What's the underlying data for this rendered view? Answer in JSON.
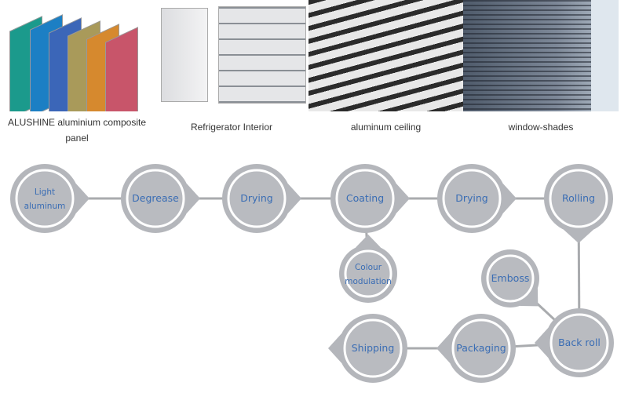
{
  "photos": [
    {
      "caption_line1": "ALUSHINE aluminium composite",
      "caption_line2": "panel"
    },
    {
      "caption_line1": "Refrigerator Interior"
    },
    {
      "caption_line1": "aluminum ceiling"
    },
    {
      "caption_line1": "window-shades"
    }
  ],
  "process": {
    "nodes": [
      {
        "id": "light",
        "lines": [
          "Light",
          "aluminum"
        ]
      },
      {
        "id": "degrease",
        "lines": [
          "Degrease"
        ]
      },
      {
        "id": "drying1",
        "lines": [
          "Drying"
        ]
      },
      {
        "id": "coating",
        "lines": [
          "Coating"
        ]
      },
      {
        "id": "drying2",
        "lines": [
          "Drying"
        ]
      },
      {
        "id": "rolling",
        "lines": [
          "Rolling"
        ]
      },
      {
        "id": "colour",
        "lines": [
          "Colour",
          "modulation"
        ]
      },
      {
        "id": "emboss",
        "lines": [
          "Emboss"
        ]
      },
      {
        "id": "backroll",
        "lines": [
          "Back roll"
        ]
      },
      {
        "id": "packaging",
        "lines": [
          "Packaging"
        ]
      },
      {
        "id": "shipping",
        "lines": [
          "Shipping"
        ]
      }
    ],
    "colors": {
      "bubble": "#b4b6bb",
      "ring": "#ffffff",
      "text": "#3a6db4",
      "line": "#a9abae"
    }
  }
}
